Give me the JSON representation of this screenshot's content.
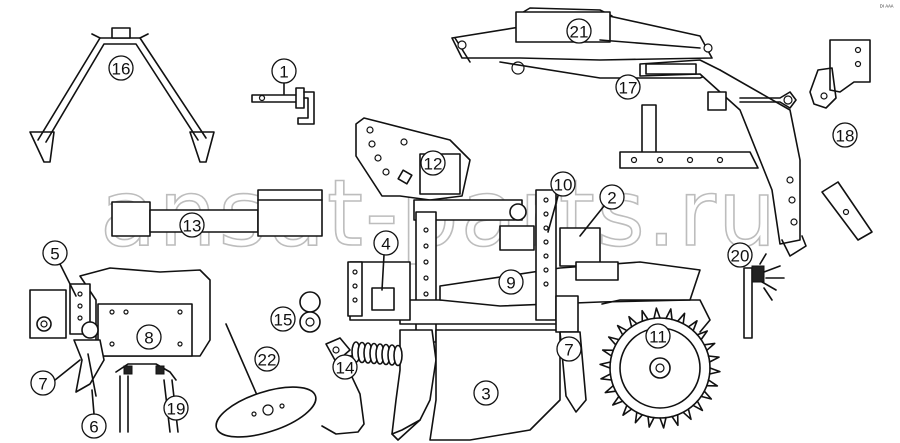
{
  "diagram": {
    "watermark": "ansat-parts.ru",
    "corner_mark": "ᴰᴵ ᴬᴬᴬ",
    "callouts": [
      "1",
      "2",
      "3",
      "4",
      "5",
      "6",
      "7",
      "7",
      "8",
      "9",
      "10",
      "11",
      "12",
      "13",
      "14",
      "15",
      "16",
      "17",
      "18",
      "19",
      "20",
      "21",
      "22"
    ]
  }
}
